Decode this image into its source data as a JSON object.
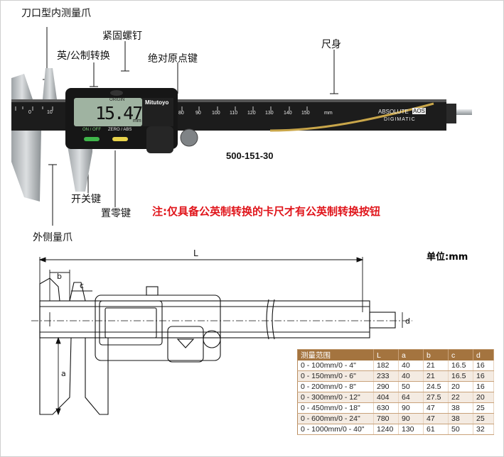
{
  "labels": {
    "inner_jaws": "刀口型内测量爪",
    "lock_screw": "紧固螺钉",
    "inch_mm_switch": "英/公制转换",
    "origin_key": "绝对原点键",
    "main_scale": "尺身",
    "model": "500-151-30",
    "power_key": "开关键",
    "zero_key": "置零键",
    "outer_jaws": "外侧量爪"
  },
  "note": "注:仅具备公英制转换的卡尺才有公英制转换按钮",
  "caliper": {
    "display_reading": "15.47",
    "display_unit": "mm",
    "display_tag": "ORIGIN",
    "brand": "Mitutoyo",
    "on_off_button": "ON / OFF",
    "zero_abs_button": "ZERO / ABS",
    "logo_absolute": "ABSOLUTE",
    "logo_aos": "AOS",
    "logo_digimatic": "DIGIMATIC",
    "scale_unit": "mm",
    "scale_ticks_left": [
      "0",
      "10"
    ],
    "scale_ticks_right": [
      "80",
      "90",
      "100",
      "110",
      "120",
      "130",
      "140",
      "150"
    ]
  },
  "drawing": {
    "dim_L": "L",
    "dim_a": "a",
    "dim_b": "b",
    "dim_c": "c",
    "dim_d": "d"
  },
  "unit_label": "单位:mm",
  "table": {
    "headers": [
      "测量范围",
      "L",
      "a",
      "b",
      "c",
      "d"
    ],
    "rows": [
      [
        "0 - 100mm/0 - 4\"",
        "182",
        "40",
        "21",
        "16.5",
        "16"
      ],
      [
        "0 - 150mm/0 - 6\"",
        "233",
        "40",
        "21",
        "16.5",
        "16"
      ],
      [
        "0 - 200mm/0 - 8\"",
        "290",
        "50",
        "24.5",
        "20",
        "16"
      ],
      [
        "0 - 300mm/0 - 12\"",
        "404",
        "64",
        "27.5",
        "22",
        "20"
      ],
      [
        "0 - 450mm/0 - 18\"",
        "630",
        "90",
        "47",
        "38",
        "25"
      ],
      [
        "0 - 600mm/0 - 24\"",
        "780",
        "90",
        "47",
        "38",
        "25"
      ],
      [
        "0 - 1000mm/0 - 40\"",
        "1240",
        "130",
        "61",
        "50",
        "32"
      ]
    ]
  }
}
